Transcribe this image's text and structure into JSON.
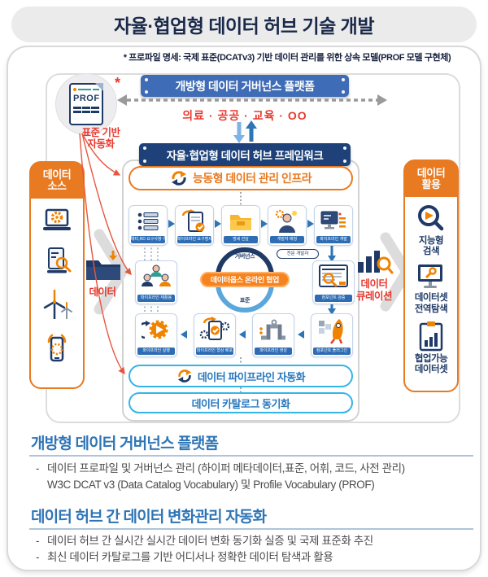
{
  "title": "자율·협업형 데이터 허브 기술 개발",
  "subtitle": "* 프로파일 명세: 국제 표준(DCATv3) 기반 데이터 관리를 위한 상속 모델(PROF 모델 구현체)",
  "colors": {
    "orange": "#E87A22",
    "navy": "#1D4178",
    "banner_blue": "#3F6CB6",
    "cyan": "#35B4E8",
    "red": "#E8392F",
    "heading_blue": "#2E75B6"
  },
  "diagram": {
    "governance_banner": "개방형 데이터 거버넌스 플랫폼",
    "domains": "의료 · 공공 · 교육 · OO",
    "framework_banner": "자율·협업형 데이터 허브 프레임워크",
    "prof": {
      "label": "PROF",
      "asterisk": "*",
      "note": "표준 기반\n자동화"
    },
    "left_column": {
      "title": "데이터\n소스",
      "icons": [
        "laptop-gear-icon",
        "doc-search-icon",
        "wind-turbine-icon",
        "mobile-signal-icon"
      ],
      "data_label": "데이터"
    },
    "right_column": {
      "title": "데이터\n활용",
      "items": [
        {
          "icon": "search-play-icon",
          "label": "지능형\n검색"
        },
        {
          "icon": "monitor-wrench-icon",
          "label": "데이터셋\n전역탐색"
        },
        {
          "icon": "clipboard-chart-icon",
          "label": "협업가능\n데이터셋"
        }
      ]
    },
    "curation_label": "데이터\n큐레이션",
    "infra_pill": "능동형 데이터 관리 인프라",
    "pipeline_pill": "데이터 파이프라인 자동화",
    "catalog_pill": "데이터 카탈로그 동기화",
    "flow": {
      "row1": [
        "메타,RD 요구사항 수집",
        "파이프라인 요구명세",
        "명세 전달",
        "개발자 매칭",
        "파이프라인 개발"
      ],
      "expert_pill": "전문 개발자",
      "row2_left": "파이프라인 재활용",
      "row2_right": "컴포넌트 검증",
      "cycle_top": "거버넌스",
      "cycle_bottom": "표준",
      "collab_pill": "데이터옵스 온라인 협업",
      "row3": [
        "파이프라인 실행",
        "파이프라인 형상 배포",
        "파이프라인 생성",
        "컴포넌트 플러그인"
      ]
    }
  },
  "sections": [
    {
      "heading": "개방형 데이터 거버넌스 플랫폼",
      "bullets": [
        {
          "dash": "-",
          "text": "데이터 프로파일 및 거버넌스 관리 (하이퍼 메타데이터,표준, 어휘, 코드, 사전 관리)"
        },
        {
          "dash": "",
          "text": "W3C DCAT v3 (Data Catalog Vocabulary) 및 Profile Vocabulary (PROF)"
        }
      ]
    },
    {
      "heading": "데이터 허브 간 데이터 변화관리 자동화",
      "bullets": [
        {
          "dash": "-",
          "text": "데이터 허브 간 실시간 실시간 데이터 변화 동기화 실증 및 국제 표준화 추진"
        },
        {
          "dash": "-",
          "text": "최신 데이터 카탈로그를 기반 어디서나 정확한 데이터 탐색과 활용"
        }
      ]
    }
  ]
}
